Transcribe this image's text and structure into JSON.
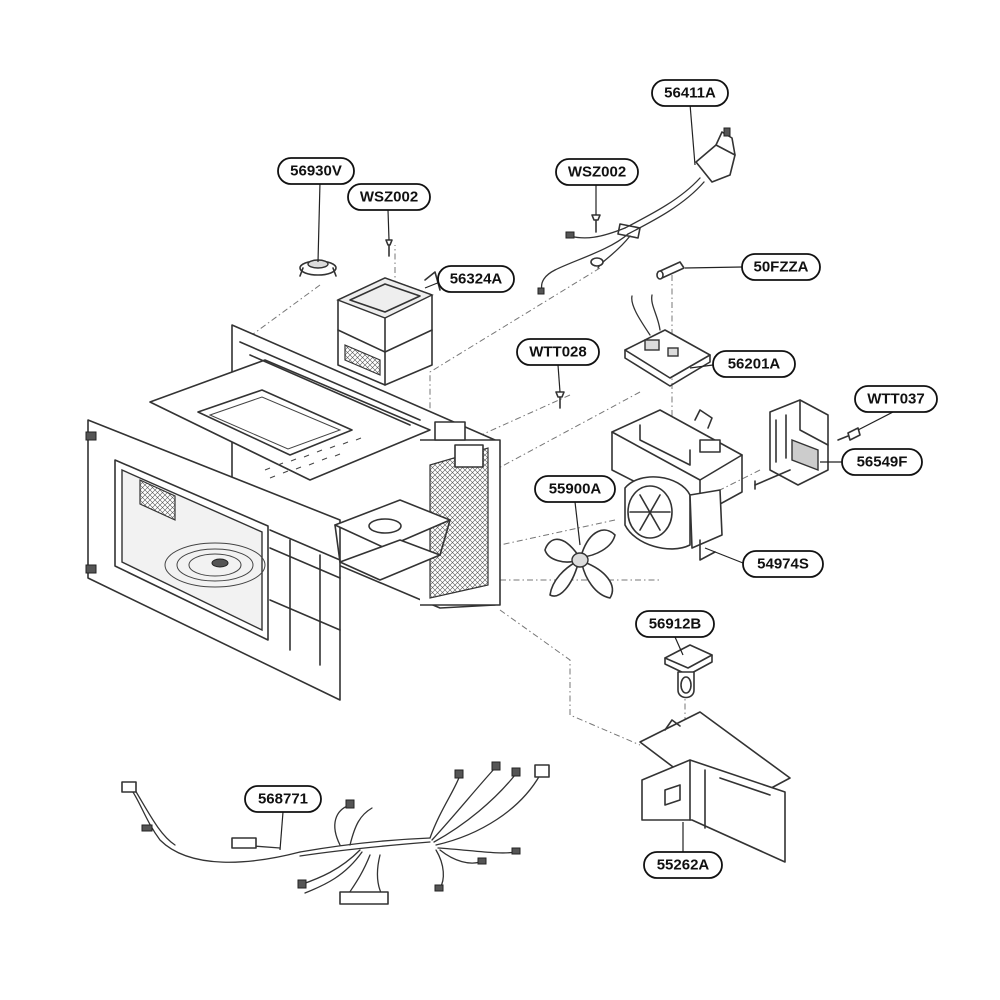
{
  "callouts": [
    {
      "id": "c-56411a",
      "label": "56411A"
    },
    {
      "id": "c-56930v",
      "label": "56930V"
    },
    {
      "id": "c-wsz002-a",
      "label": "WSZ002"
    },
    {
      "id": "c-wsz002-b",
      "label": "WSZ002"
    },
    {
      "id": "c-56324a",
      "label": "56324A"
    },
    {
      "id": "c-50fzza",
      "label": "50FZZA"
    },
    {
      "id": "c-wtt028",
      "label": "WTT028"
    },
    {
      "id": "c-56201a",
      "label": "56201A"
    },
    {
      "id": "c-wtt037",
      "label": "WTT037"
    },
    {
      "id": "c-56549f",
      "label": "56549F"
    },
    {
      "id": "c-55900a",
      "label": "55900A"
    },
    {
      "id": "c-54974s",
      "label": "54974S"
    },
    {
      "id": "c-56912b",
      "label": "56912B"
    },
    {
      "id": "c-568771",
      "label": "568771"
    },
    {
      "id": "c-55262a",
      "label": "55262A"
    }
  ]
}
